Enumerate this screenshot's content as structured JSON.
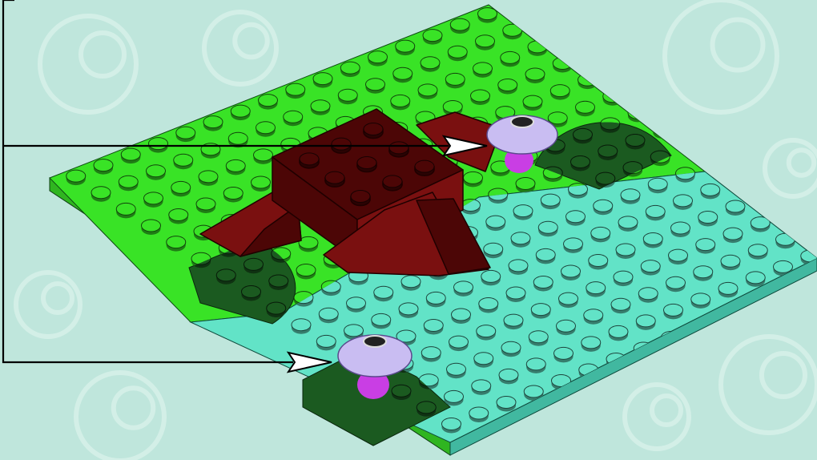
{
  "page": {
    "kind": "instruction-step",
    "background_color": "#bfe6dc",
    "pattern_color": "#d3efe7"
  },
  "baseplate": {
    "studs": "16x16",
    "regions": [
      {
        "name": "bright-green",
        "color": "#39e326"
      },
      {
        "name": "aqua",
        "color": "#62e3c7"
      },
      {
        "name": "dark-green",
        "color": "#1b5a20"
      }
    ]
  },
  "tree_stump": {
    "color": "#7a1010",
    "shade_color": "#4c0606"
  },
  "added_parts": [
    {
      "name": "flower-cone",
      "disc_color": "#c9bdf2",
      "stem_color": "#c93ee4"
    },
    {
      "name": "flower-cone",
      "disc_color": "#c9bdf2",
      "stem_color": "#c93ee4"
    }
  ],
  "callouts": {
    "count": 2,
    "line_color": "#000000",
    "arrow_fill": "#ffffff"
  }
}
